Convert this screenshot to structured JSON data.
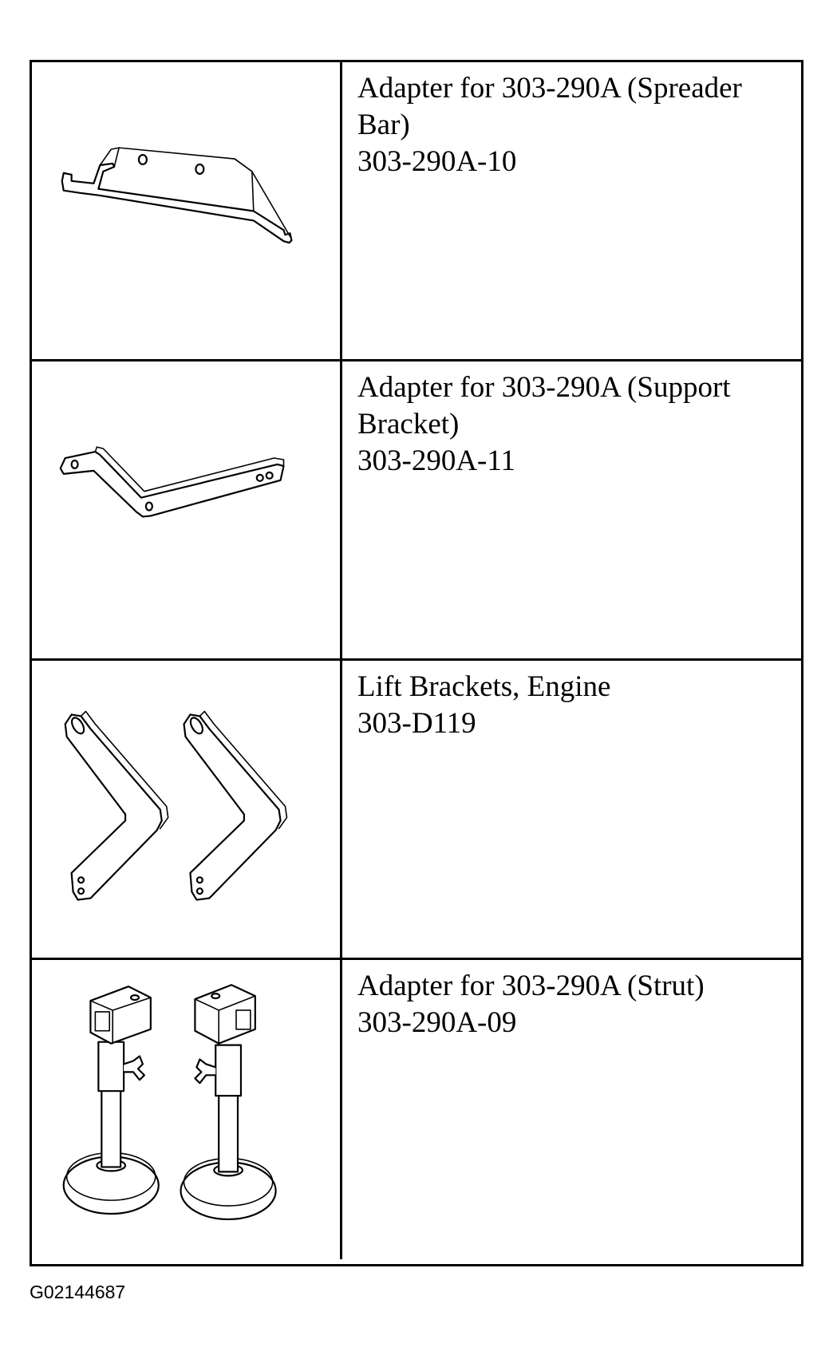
{
  "tools": [
    {
      "name": "Adapter for 303-290A (Spreader Bar)",
      "part_number": "303-290A-10",
      "image_icon": "spreader-bar-icon"
    },
    {
      "name": "Adapter for 303-290A (Support Bracket)",
      "part_number": "303-290A-11",
      "image_icon": "support-bracket-icon"
    },
    {
      "name": "Lift Brackets, Engine",
      "part_number": "303-D119",
      "image_icon": "engine-lift-brackets-icon"
    },
    {
      "name": "Adapter for 303-290A (Strut)",
      "part_number": "303-290A-09",
      "image_icon": "strut-adapter-icon"
    }
  ],
  "figure_id": "G02144687"
}
